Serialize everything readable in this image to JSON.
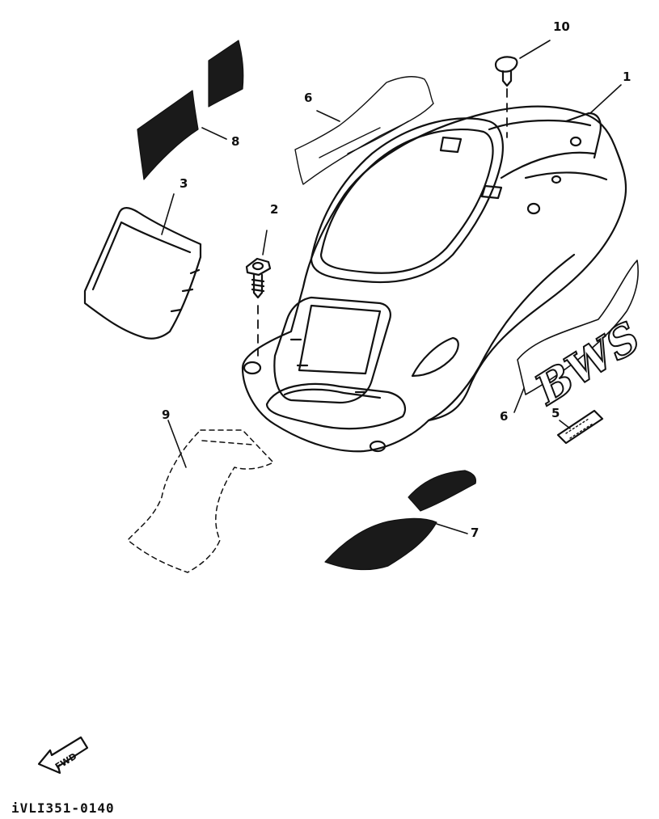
{
  "callouts": {
    "c1": "1",
    "c2": "2",
    "c3": "3",
    "c5": "5",
    "c6a": "6",
    "c6b": "6",
    "c7": "7",
    "c8": "8",
    "c9": "9",
    "c10": "10"
  },
  "decal_text": "BWS",
  "fwd_label": "FWD",
  "reference_code": "iVLI351-0140",
  "colors": {
    "ink": "#111111",
    "decal_fill": "#1a1a1a"
  }
}
